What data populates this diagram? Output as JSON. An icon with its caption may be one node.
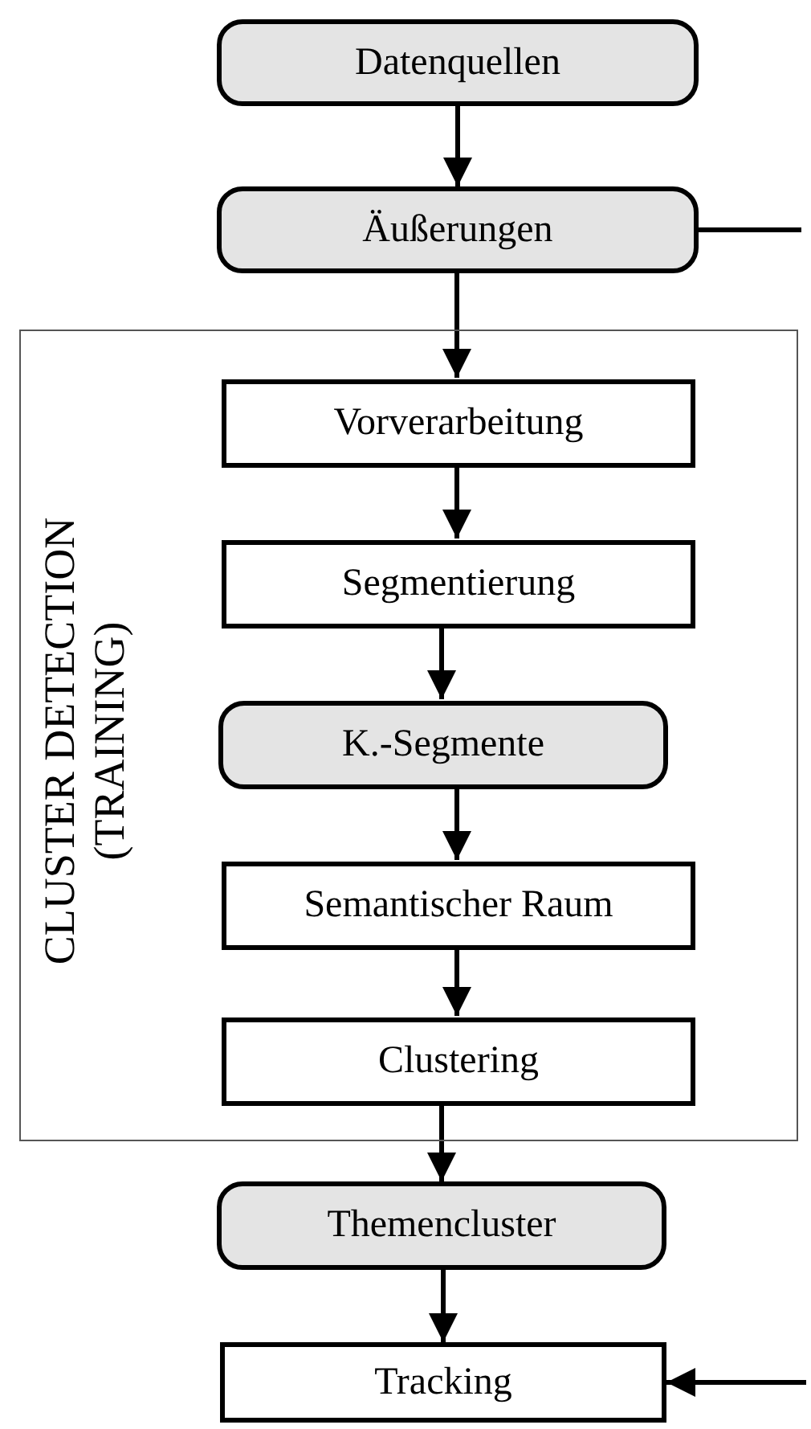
{
  "diagram": {
    "nodes": [
      {
        "text": [
          "Datenquellen"
        ]
      },
      {
        "text": [
          "Äußerungen"
        ]
      },
      {
        "text": [
          "CLUSTER DETECTION (TRAINING)"
        ]
      },
      {
        "text": [
          "Vorverarbeitung"
        ],
        "in": 2
      },
      {
        "text": [
          "Segmentierung"
        ],
        "in": 2
      },
      {
        "text": [
          "K.-Segmente"
        ],
        "in": 2
      },
      {
        "text": [
          "Semantischer Raum"
        ],
        "in": 2
      },
      {
        "text": [
          "Clustering"
        ],
        "in": 2
      },
      {
        "text": [
          "Themencluster"
        ]
      },
      {
        "text": [
          "Tracking"
        ]
      }
    ],
    "edges": [
      {
        "from": 0,
        "to": 1,
        "arrow": "to"
      },
      {
        "from": 1,
        "to": null,
        "arrow": "none"
      },
      {
        "from": 1,
        "to": 3,
        "arrow": "to"
      },
      {
        "from": 3,
        "to": 4,
        "arrow": "to"
      },
      {
        "from": 4,
        "to": 5,
        "arrow": "to"
      },
      {
        "from": 5,
        "to": 6,
        "arrow": "to"
      },
      {
        "from": 6,
        "to": 7,
        "arrow": "to"
      },
      {
        "from": 7,
        "to": 8,
        "arrow": "to"
      },
      {
        "from": 8,
        "to": 9,
        "arrow": "to"
      },
      {
        "from": null,
        "to": 9,
        "arrow": "to"
      }
    ]
  }
}
